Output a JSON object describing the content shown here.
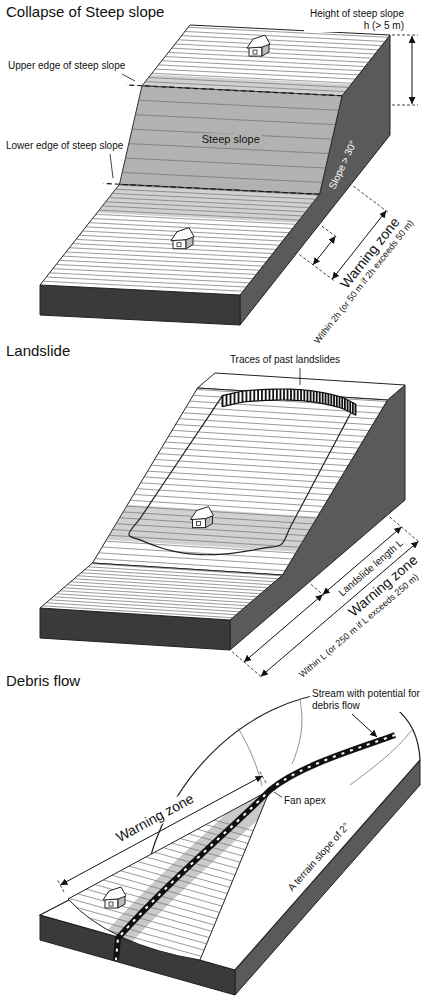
{
  "diagram": {
    "labels": [
      "Collapse of Steep slope",
      "Height of steep slope h (> 5 m)",
      "Upper edge of steep slope",
      "Steep slope",
      "Slope > 30°",
      "Lower edge of steep slope",
      "Warning zone",
      "Within 2h (or 50 m if 2h exceeds 50 m)",
      "Landslide",
      "Traces of past landslides",
      "Warning zone",
      "Landslide length L",
      "Within L (or 250 m if L exceeds 250 m)",
      "Debris flow",
      "Stream with potential for debris flow",
      "Fan apex",
      "Warning zone",
      "A terrain slope of 2°"
    ]
  }
}
